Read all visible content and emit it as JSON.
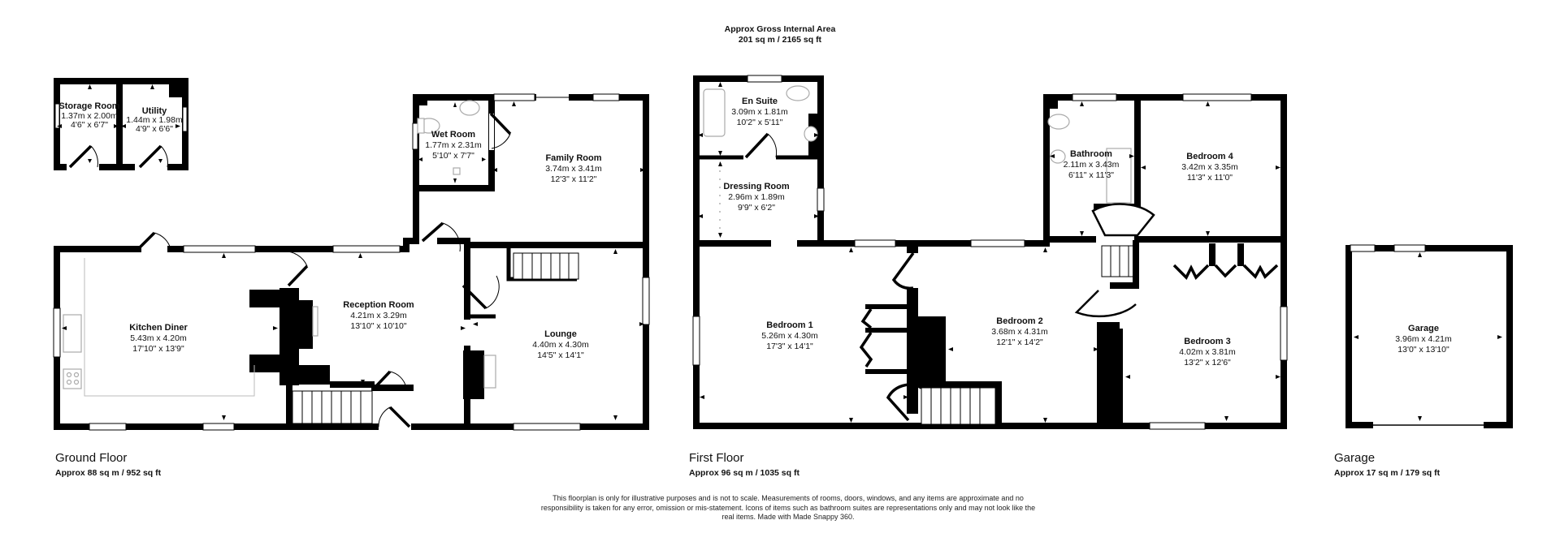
{
  "header": {
    "title": "Approx Gross Internal Area",
    "total_area": "201 sq m / 2165 sq ft"
  },
  "floors": [
    {
      "name": "Ground Floor",
      "area": "Approx 88 sq m / 952 sq ft"
    },
    {
      "name": "First Floor",
      "area": "Approx 96 sq m / 1035 sq ft"
    },
    {
      "name": "Garage",
      "area": "Approx 17 sq m / 179 sq ft"
    }
  ],
  "rooms": {
    "storage_room": {
      "name": "Storage Room",
      "metric": "1.37m x 2.00m",
      "imperial": "4'6\" x 6'7\""
    },
    "utility": {
      "name": "Utility",
      "metric": "1.44m x 1.98m",
      "imperial": "4'9\" x 6'6\""
    },
    "wet_room": {
      "name": "Wet Room",
      "metric": "1.77m x 2.31m",
      "imperial": "5'10\" x 7'7\""
    },
    "family_room": {
      "name": "Family Room",
      "metric": "3.74m x 3.41m",
      "imperial": "12'3\" x 11'2\""
    },
    "kitchen_diner": {
      "name": "Kitchen Diner",
      "metric": "5.43m x 4.20m",
      "imperial": "17'10\" x 13'9\""
    },
    "reception_room": {
      "name": "Reception Room",
      "metric": "4.21m x 3.29m",
      "imperial": "13'10\" x 10'10\""
    },
    "lounge": {
      "name": "Lounge",
      "metric": "4.40m x 4.30m",
      "imperial": "14'5\" x 14'1\""
    },
    "en_suite": {
      "name": "En Suite",
      "metric": "3.09m x 1.81m",
      "imperial": "10'2\" x 5'11\""
    },
    "dressing_room": {
      "name": "Dressing Room",
      "metric": "2.96m x 1.89m",
      "imperial": "9'9\" x 6'2\""
    },
    "bedroom_1": {
      "name": "Bedroom 1",
      "metric": "5.26m x 4.30m",
      "imperial": "17'3\" x 14'1\""
    },
    "bedroom_2": {
      "name": "Bedroom 2",
      "metric": "3.68m x 4.31m",
      "imperial": "12'1\" x 14'2\""
    },
    "bathroom": {
      "name": "Bathroom",
      "metric": "2.11m x 3.43m",
      "imperial": "6'11\" x 11'3\""
    },
    "bedroom_4": {
      "name": "Bedroom 4",
      "metric": "3.42m x 3.35m",
      "imperial": "11'3\" x 11'0\""
    },
    "bedroom_3": {
      "name": "Bedroom 3",
      "metric": "4.02m x 3.81m",
      "imperial": "13'2\" x 12'6\""
    },
    "garage": {
      "name": "Garage",
      "metric": "3.96m x 4.21m",
      "imperial": "13'0\" x 13'10\""
    }
  },
  "disclaimer": "This floorplan is only for illustrative purposes and is not to scale. Measurements of rooms, doors, windows, and any items are approximate and no responsibility is taken for any error, omission or mis-statement. Icons of items such as bathroom suites are representations only and may not look like the real items. Made with Made Snappy 360.",
  "colors": {
    "wall": "#000000",
    "background": "#ffffff",
    "fixture": "#bbbbbb"
  }
}
